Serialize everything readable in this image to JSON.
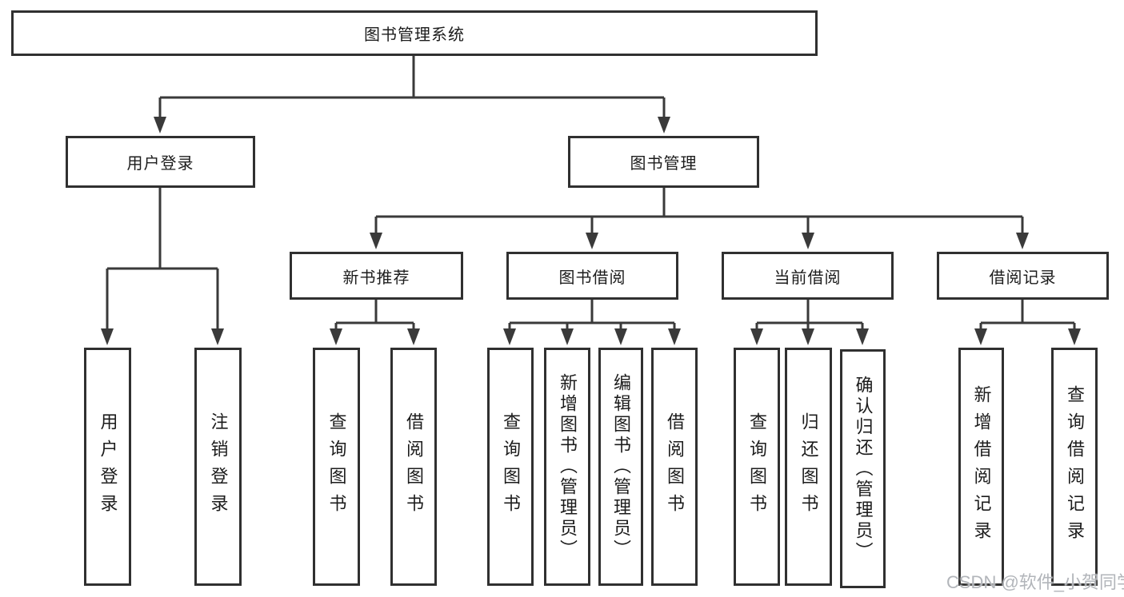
{
  "diagram": {
    "title": "图书管理系统",
    "level2": [
      {
        "label": "用户登录",
        "children": [
          {
            "label": "用户登录"
          },
          {
            "label": "注销登录"
          }
        ]
      },
      {
        "label": "图书管理",
        "children": [
          {
            "label": "新书推荐",
            "children": [
              {
                "label": "查询图书"
              },
              {
                "label": "借阅图书"
              }
            ]
          },
          {
            "label": "图书借阅",
            "children": [
              {
                "label": "查询图书"
              },
              {
                "label": "新增图书（管理员）"
              },
              {
                "label": "编辑图书（管理员）"
              },
              {
                "label": "借阅图书"
              }
            ]
          },
          {
            "label": "当前借阅",
            "children": [
              {
                "label": "查询图书"
              },
              {
                "label": "归还图书"
              },
              {
                "label": "确认归还（管理员）"
              }
            ]
          },
          {
            "label": "借阅记录",
            "children": [
              {
                "label": "新增借阅记录"
              },
              {
                "label": "查询借阅记录"
              }
            ]
          }
        ]
      }
    ]
  },
  "watermark": "CSDN @软件_小贺同学",
  "colors": {
    "line": "#3a3a3a",
    "border": "#303030",
    "text": "#1c1c1c",
    "watermark": "#b2b5ba",
    "background": "#ffffff"
  }
}
